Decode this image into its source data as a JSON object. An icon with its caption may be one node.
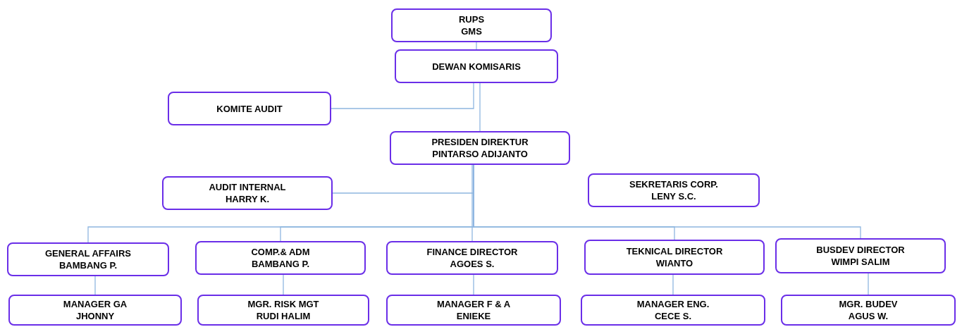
{
  "diagram": {
    "nodes": [
      {
        "text": [
          "RUPS",
          "GMS"
        ]
      },
      {
        "text": [
          "DEWAN KOMISARIS"
        ]
      },
      {
        "text": [
          "KOMITE AUDIT"
        ]
      },
      {
        "text": [
          "PRESIDEN DIREKTUR",
          "PINTARSO ADIJANTO"
        ]
      },
      {
        "text": [
          "AUDIT INTERNAL",
          "HARRY K."
        ]
      },
      {
        "text": [
          "SEKRETARIS CORP.",
          "LENY S.C."
        ]
      },
      {
        "text": [
          "GENERAL AFFAIRS",
          "BAMBANG P."
        ]
      },
      {
        "text": [
          "COMP.& ADM",
          "BAMBANG P."
        ]
      },
      {
        "text": [
          "FINANCE DIRECTOR",
          "AGOES S."
        ]
      },
      {
        "text": [
          "TEKNICAL DIRECTOR",
          "WIANTO"
        ]
      },
      {
        "text": [
          "BUSDEV DIRECTOR",
          "WIMPI SALIM"
        ]
      },
      {
        "text": [
          "MANAGER GA",
          "JHONNY"
        ]
      },
      {
        "text": [
          "MGR. RISK MGT",
          "RUDI HALIM"
        ]
      },
      {
        "text": [
          "MANAGER F & A",
          "ENIEKE"
        ]
      },
      {
        "text": [
          "MANAGER ENG.",
          "CECE S."
        ]
      },
      {
        "text": [
          "MGR. BUDEV",
          "AGUS W."
        ]
      }
    ],
    "edges": [
      {
        "from": 0,
        "to": 1,
        "arrow": "none"
      },
      {
        "from": 1,
        "to": 3,
        "arrow": "none"
      },
      {
        "from": 1,
        "to": 2,
        "arrow": "none"
      },
      {
        "from": 3,
        "to": 4,
        "arrow": "none"
      },
      {
        "from": 3,
        "to": 6,
        "arrow": "none"
      },
      {
        "from": 3,
        "to": 7,
        "arrow": "none"
      },
      {
        "from": 3,
        "to": 8,
        "arrow": "none"
      },
      {
        "from": 3,
        "to": 9,
        "arrow": "none"
      },
      {
        "from": 3,
        "to": 10,
        "arrow": "none"
      },
      {
        "from": 6,
        "to": 11,
        "arrow": "none"
      },
      {
        "from": 7,
        "to": 12,
        "arrow": "none"
      },
      {
        "from": 8,
        "to": 13,
        "arrow": "none"
      },
      {
        "from": 9,
        "to": 14,
        "arrow": "none"
      },
      {
        "from": 10,
        "to": 15,
        "arrow": "none"
      }
    ]
  }
}
